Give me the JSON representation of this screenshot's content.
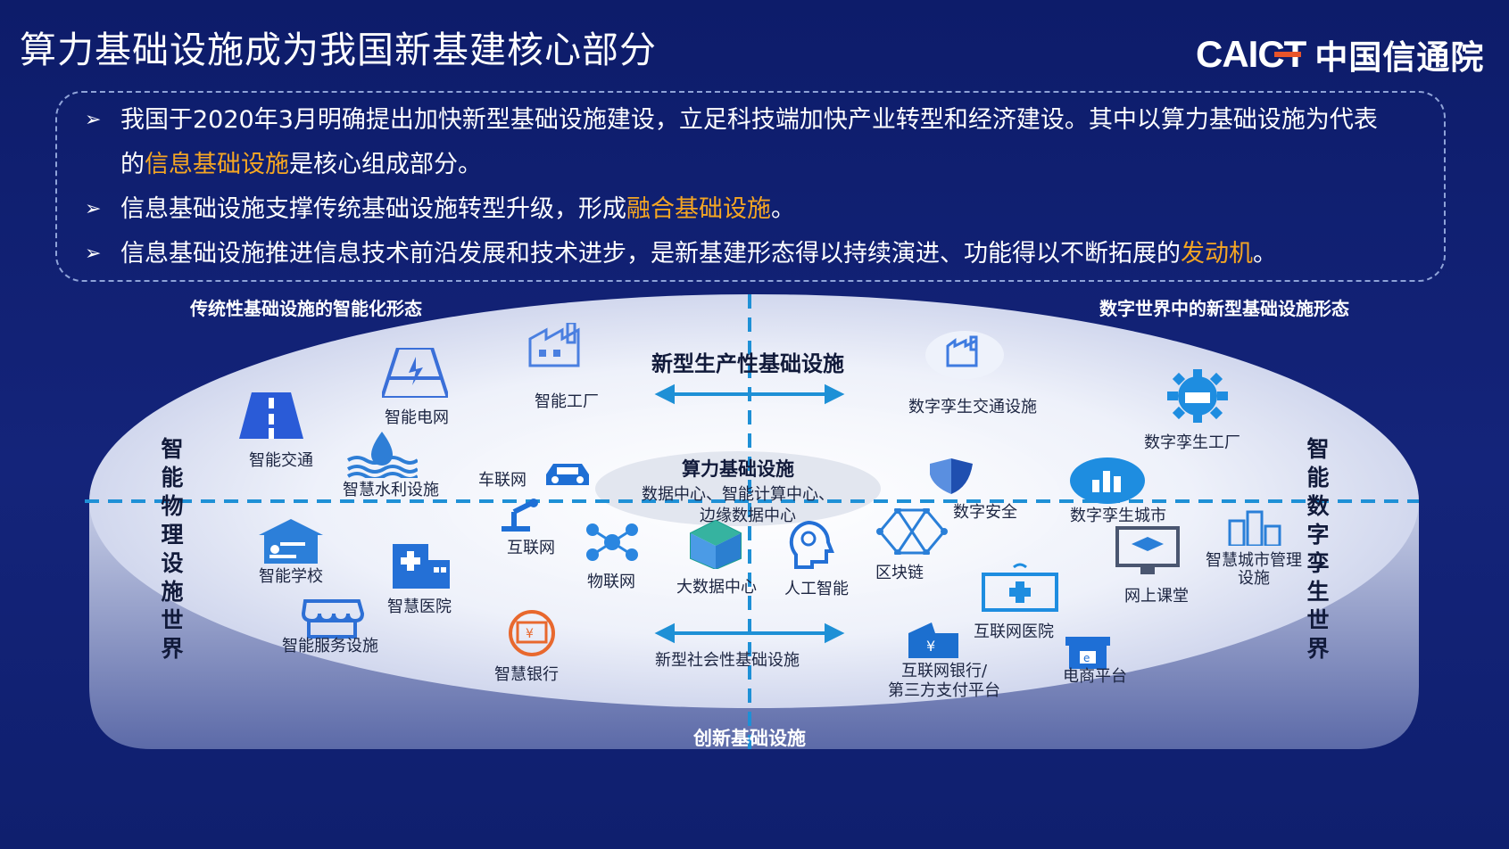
{
  "header": {
    "title": "算力基础设施成为我国新基建核心部分",
    "logo": {
      "en": "CAICT",
      "cn": "中国信通院"
    }
  },
  "bullets": [
    {
      "pre": "我国于2020年3月明确提出加快新型基础设施建设，立足科技端加快产业转型和经济建设。其中以算力基础设施为代表",
      "pre2": "的",
      "highlight": "信息基础设施",
      "post": "是核心组成部分。"
    },
    {
      "pre": "信息基础设施支撑传统基础设施转型升级，形成",
      "highlight": "融合基础设施",
      "post": "。"
    },
    {
      "pre": "信息基础设施推进信息技术前沿发展和技术进步，是新基建形态得以持续演进、功能得以不断拓展的",
      "highlight": "发动机",
      "post": "。"
    }
  ],
  "diagram": {
    "top_left_label": "传统性基础设施的智能化形态",
    "top_right_label": "数字世界中的新型基础设施形态",
    "left_vertical": "智能物理设施世界",
    "right_vertical": "智能数字孪生世界",
    "top_center": "新型生产性基础设施",
    "bottom_center": "新型社会性基础设施",
    "base_label": "创新基础设施",
    "core": {
      "title": "算力基础设施",
      "line1": "数据中心、智能计算中心、",
      "line2": "边缘数据中心"
    },
    "items": {
      "smart_traffic": "智能交通",
      "smart_grid": "智能电网",
      "smart_factory": "智能工厂",
      "smart_water": "智慧水利设施",
      "smart_school": "智能学校",
      "smart_hospital": "智慧医院",
      "smart_service": "智能服务设施",
      "smart_bank": "智慧银行",
      "iov": "车联网",
      "internet": "互联网",
      "iot": "物联网",
      "big_data_center": "大数据中心",
      "ai": "人工智能",
      "blockchain": "区块链",
      "digital_security": "数字安全",
      "twin_transport": "数字孪生交通设施",
      "twin_factory": "数字孪生工厂",
      "twin_city": "数字孪生城市",
      "smart_city_mgmt_1": "智慧城市管理",
      "smart_city_mgmt_2": "设施",
      "online_class": "网上课堂",
      "internet_hospital": "互联网医院",
      "internet_bank_1": "互联网银行/",
      "internet_bank_2": "第三方支付平台",
      "ecommerce": "电商平台"
    }
  },
  "colors": {
    "accent": "#f5a623",
    "icon_blue": "#1e88e5",
    "background": "#0f1f6e",
    "disk": "#e8ecf7"
  }
}
